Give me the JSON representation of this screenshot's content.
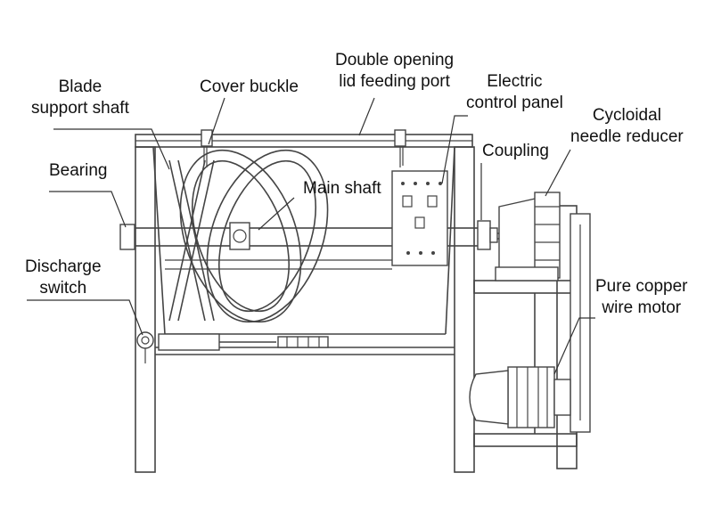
{
  "labels": {
    "blade_support_shaft": [
      "Blade",
      "support shaft"
    ],
    "cover_buckle": "Cover buckle",
    "double_opening": [
      "Double opening",
      "lid feeding port"
    ],
    "electric_control_panel": [
      "Electric",
      "control panel"
    ],
    "cycloidal_needle_reducer": [
      "Cycloidal",
      "needle reducer"
    ],
    "coupling": "Coupling",
    "bearing": "Bearing",
    "main_shaft": "Main shaft",
    "discharge_switch": [
      "Discharge",
      "switch"
    ],
    "pure_copper_wire_motor": [
      "Pure copper",
      "wire motor"
    ]
  }
}
